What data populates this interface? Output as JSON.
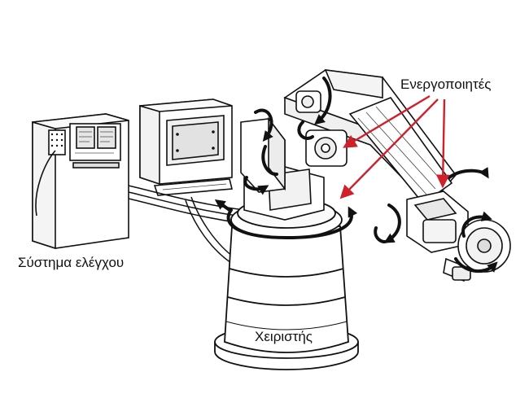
{
  "labels": {
    "control_system": "Σύστημα ελέγχου",
    "manipulator": "Χειριστής",
    "actuators": "Ενεργοποιητές"
  },
  "colors": {
    "line": "#111111",
    "accent_arrow": "#d0202a",
    "background": "#ffffff"
  },
  "icons": [
    "rotation-arrow-icon",
    "pointer-arrow-icon"
  ]
}
